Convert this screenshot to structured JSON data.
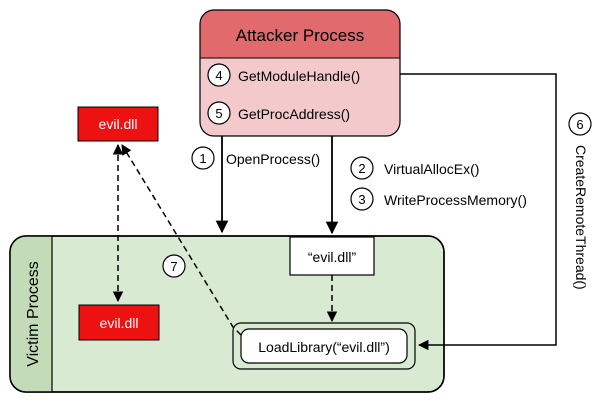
{
  "attacker": {
    "title": "Attacker Process",
    "step4": {
      "num": "4",
      "label": "GetModuleHandle()"
    },
    "step5": {
      "num": "5",
      "label": "GetProcAddress()"
    }
  },
  "victim": {
    "title": "Victim Process",
    "payload": "“evil.dll”",
    "loadlibrary": "LoadLibrary(“evil.dll”)",
    "dll": "evil.dll"
  },
  "disk_dll": "evil.dll",
  "steps": {
    "s1": {
      "num": "1",
      "label": "OpenProcess()"
    },
    "s2": {
      "num": "2",
      "label": "VirtualAllocEx()"
    },
    "s3": {
      "num": "3",
      "label": "WriteProcessMemory()"
    },
    "s6": {
      "num": "6",
      "label": "CreateRemoteThread()"
    },
    "s7": {
      "num": "7"
    }
  },
  "colors": {
    "attacker_header": "#e06a6c",
    "attacker_body": "#f3c9cb",
    "victim_fill": "#d9ead3",
    "dll_red": "#ee1111"
  }
}
